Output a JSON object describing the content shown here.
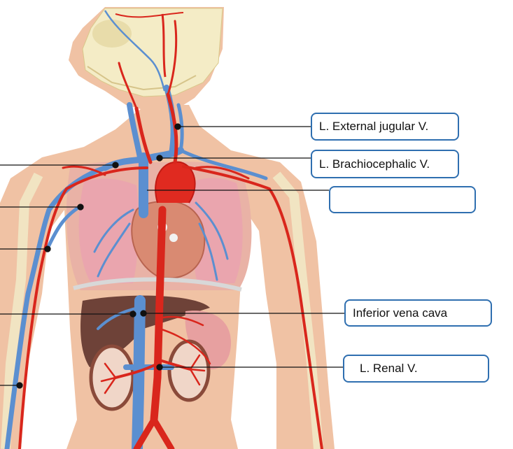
{
  "labels": {
    "external_jugular": "L. External jugular V.",
    "brachiocephalic": "L. Brachiocephalic V.",
    "blank": "",
    "inferior_vena_cava": "Inferior vena cava",
    "renal": "L. Renal V."
  },
  "colors": {
    "label_border": "#2f6fb0",
    "artery_red": "#d9261c",
    "vein_blue": "#5b8fd0",
    "skin": "#f0c2a4",
    "leader_line": "#111111"
  }
}
